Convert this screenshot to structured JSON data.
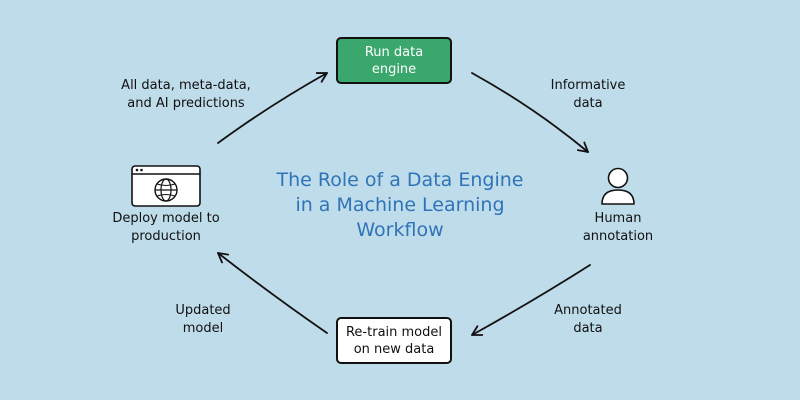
{
  "diagram": {
    "title_lines": [
      "The Role of a Data Engine",
      "in a Machine Learning",
      "Workflow"
    ],
    "nodes": {
      "run_data_engine": {
        "lines": [
          "Run data",
          "engine"
        ]
      },
      "human_annotation": {
        "lines": [
          "Human",
          "annotation"
        ]
      },
      "retrain_model": {
        "lines": [
          "Re-train model",
          "on new data"
        ]
      },
      "deploy_model": {
        "lines": [
          "Deploy model to",
          "production"
        ]
      }
    },
    "edges": {
      "deploy_to_engine": {
        "lines": [
          "All data, meta-data,",
          "and AI predictions"
        ]
      },
      "engine_to_human": {
        "lines": [
          "Informative",
          "data"
        ]
      },
      "human_to_retrain": {
        "lines": [
          "Annotated",
          "data"
        ]
      },
      "retrain_to_deploy": {
        "lines": [
          "Updated",
          "model"
        ]
      }
    },
    "icons": {
      "browser": "browser-globe-icon",
      "person": "person-icon"
    },
    "colors": {
      "background": "#bfdcea",
      "run_box": "#3aa76d",
      "title": "#2f74b8",
      "stroke": "#111111"
    }
  }
}
